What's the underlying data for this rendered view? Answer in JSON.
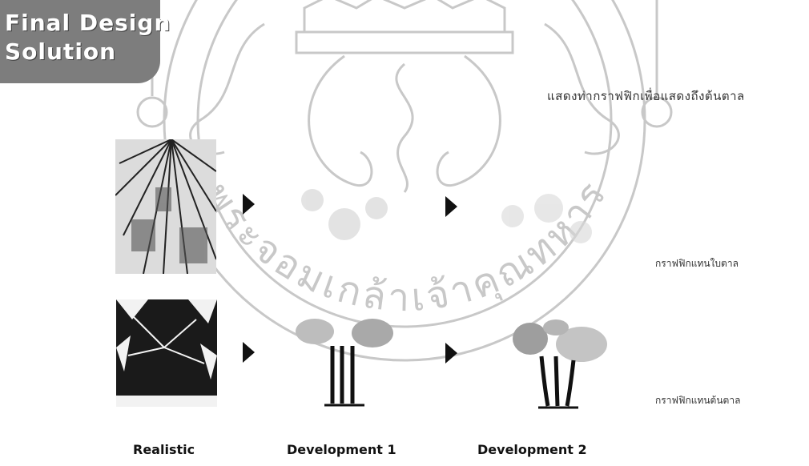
{
  "badge": {
    "line1": "Final Design",
    "line2": "Solution"
  },
  "heading": "แสดงท่ากราฟฟิกเพื่อแสดงถึงต้นตาล",
  "rows": [
    {
      "label": "กราฟฟิกแทนใบตาล"
    },
    {
      "label": "กราฟฟิกแทนต้นตาล"
    }
  ],
  "columns": [
    "Realistic",
    "Development 1",
    "Development 2"
  ],
  "watermark_text": "พระจอมเกล้าเจ้าคุณทหาร",
  "colors": {
    "badge": "#7d7d7d",
    "watermark": "#c8c8c8",
    "ink": "#111111"
  }
}
